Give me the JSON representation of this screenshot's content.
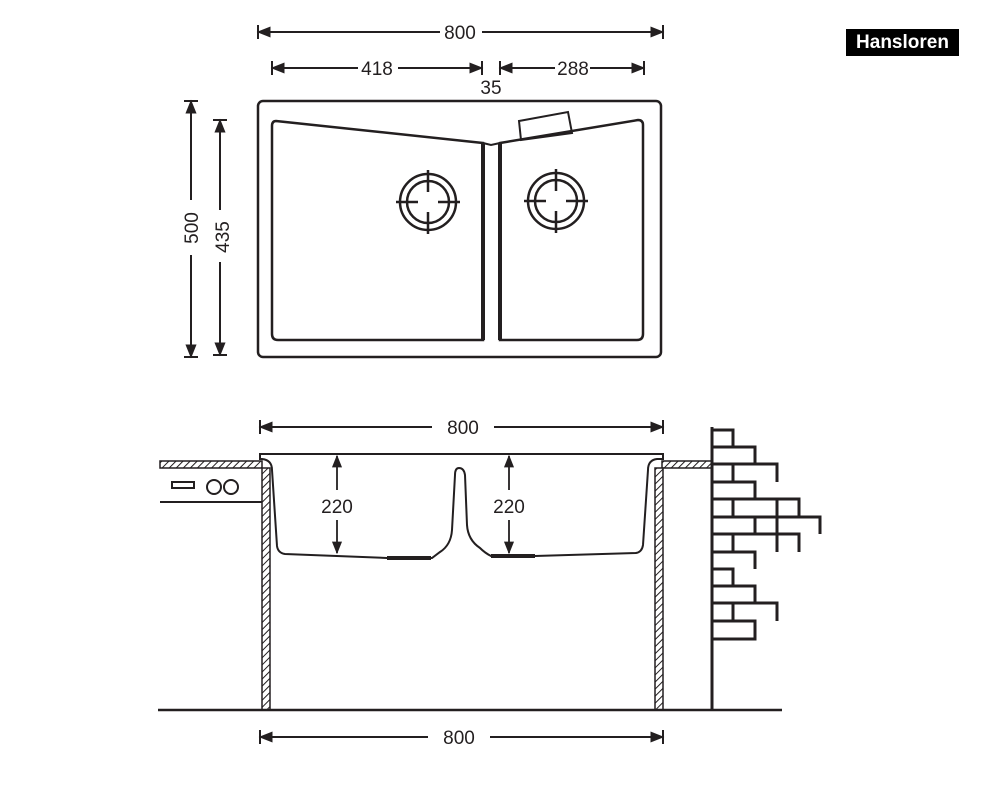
{
  "brand": {
    "name": "Hansloren"
  },
  "top_view": {
    "overall_width": "800",
    "left_bowl_width": "418",
    "right_bowl_width": "288",
    "divider_width": "35",
    "overall_depth": "500",
    "bowl_depth": "435"
  },
  "side_view": {
    "top_width": "800",
    "left_bowl_depth": "220",
    "right_bowl_depth": "220",
    "cabinet_width": "800"
  },
  "colors": {
    "line": "#231f20",
    "background": "#ffffff"
  }
}
